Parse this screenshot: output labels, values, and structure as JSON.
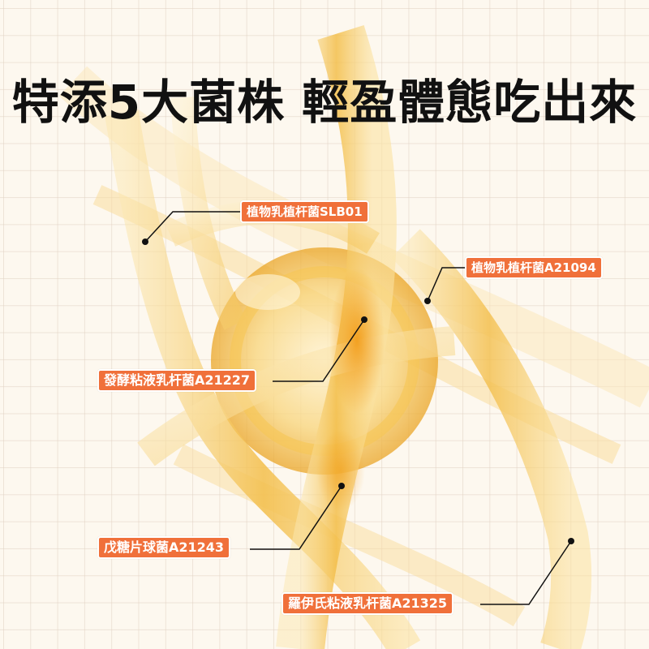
{
  "title": "特添5大菌株 輕盈體態吃出來",
  "colors": {
    "background": "#fdf8ef",
    "grid": "#e6d8c8",
    "label_bg": "#f0703a",
    "label_text": "#ffffff",
    "title_text": "#111111",
    "strand_gold": "#f2b63a"
  },
  "illustration": {
    "subject": "golden-dna-helix-with-sphere-icon"
  },
  "strains": [
    {
      "label": "植物乳植杆菌SLB01"
    },
    {
      "label": "植物乳植杆菌A21094"
    },
    {
      "label": "發酵粘液乳杆菌A21227"
    },
    {
      "label": "戊糖片球菌A21243"
    },
    {
      "label": "羅伊氏粘液乳杆菌A21325"
    }
  ]
}
